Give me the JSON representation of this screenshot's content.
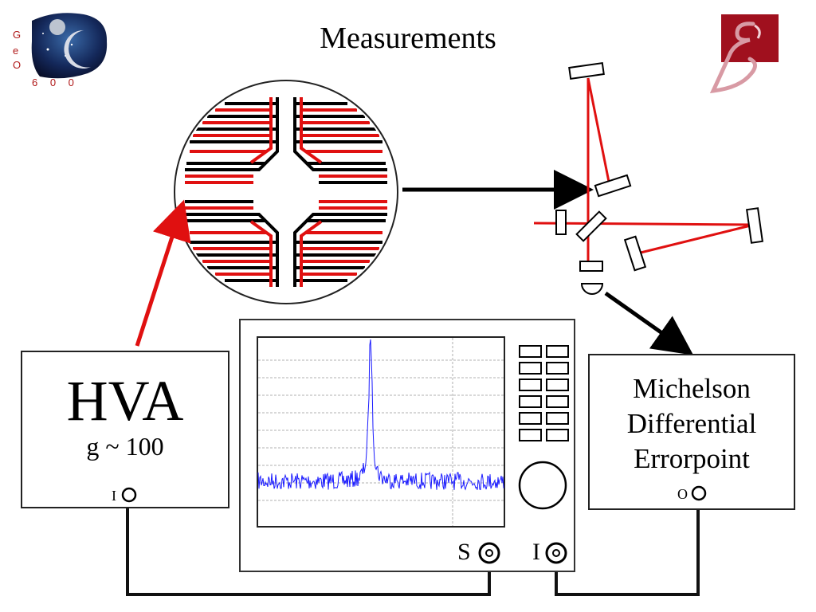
{
  "title": "Measurements",
  "logos": {
    "geo_letters": [
      "G",
      "e",
      "O"
    ],
    "geo_number": "6 0 0",
    "right_logo_letter": "g"
  },
  "hva": {
    "title": "HVA",
    "gain": "g ~ 100",
    "input_label": "I"
  },
  "michelson": {
    "line1": "Michelson",
    "line2": "Differential",
    "line3": "Errorpoint",
    "output_label": "O"
  },
  "analyzer": {
    "source_label": "S",
    "input_label": "I"
  },
  "colors": {
    "beam": "#e01010",
    "wire": "#111111",
    "trace": "#1a1aff"
  }
}
